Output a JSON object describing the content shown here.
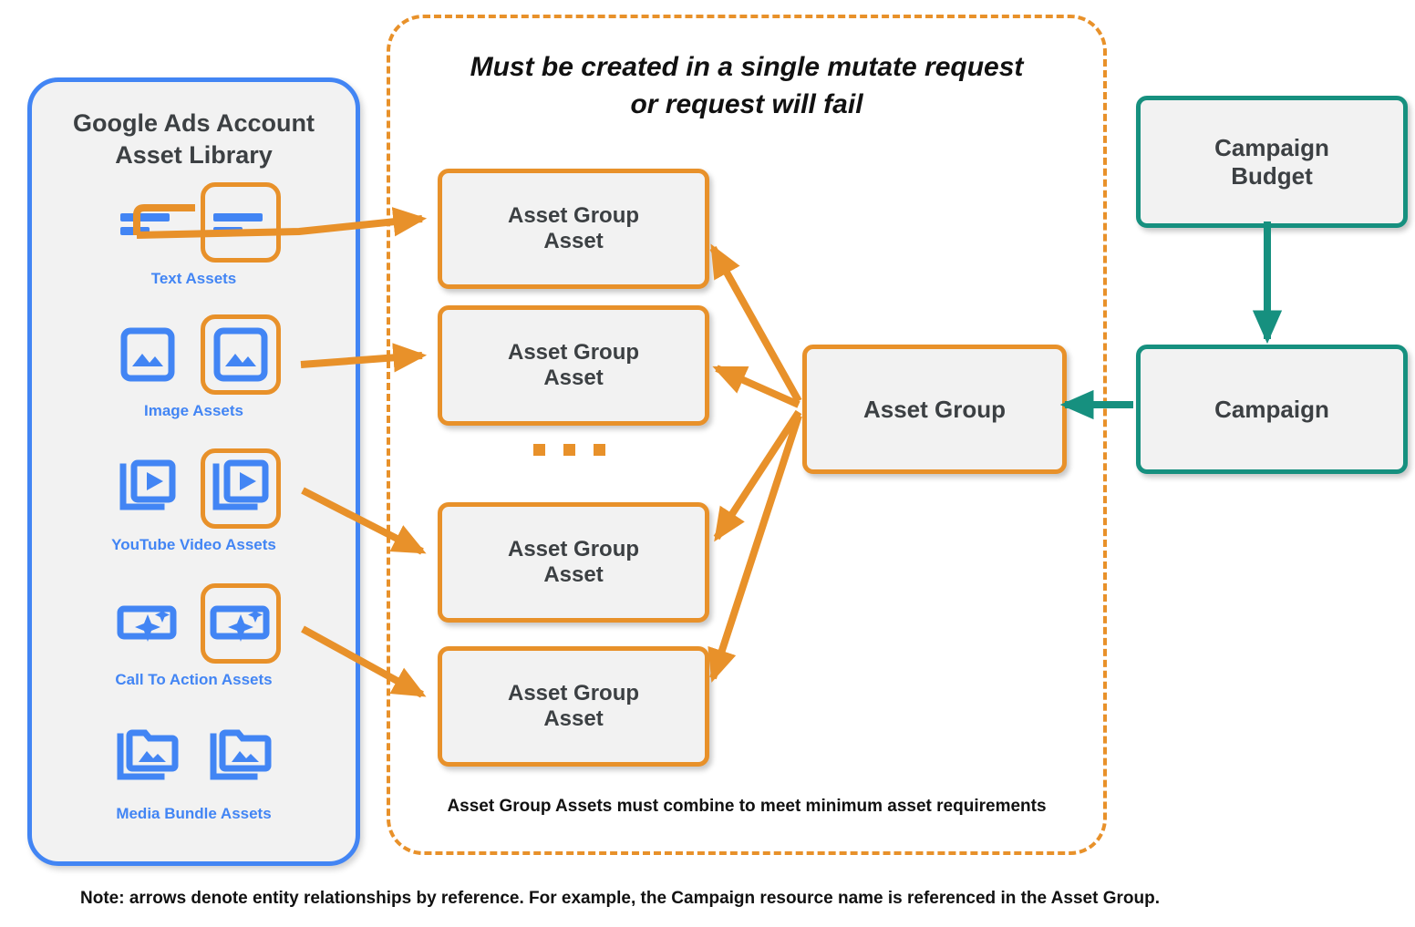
{
  "library": {
    "title": "Google Ads Account\nAsset Library",
    "title_line1": "Google Ads Account",
    "title_line2": "Asset Library",
    "border_color": "#4285F4",
    "icon_color": "#4285F4",
    "highlight_color": "#E8912A",
    "assets": [
      {
        "label": "Text Assets",
        "icon": "text-lines-icon",
        "highlighted": true,
        "count": 2
      },
      {
        "label": "Image Assets",
        "icon": "image-icon",
        "highlighted": true,
        "count": 2
      },
      {
        "label": "YouTube Video  Assets",
        "icon": "video-stack-icon",
        "highlighted": true,
        "count": 2
      },
      {
        "label": "Call To Action Assets",
        "icon": "call-to-action-icon",
        "highlighted": true,
        "count": 2
      },
      {
        "label": "Media Bundle  Assets",
        "icon": "media-bundle-icon",
        "highlighted": false,
        "count": 2
      }
    ]
  },
  "mutate_container": {
    "note_line1": "Must be created in a single mutate request",
    "note_line2": "or request will fail",
    "footer_note": "Asset Group Assets must combine to meet minimum asset requirements",
    "border_color": "#E8912A",
    "border_style": "dashed"
  },
  "asset_group_assets": [
    {
      "label": "Asset Group\nAsset",
      "line1": "Asset Group",
      "line2": "Asset"
    },
    {
      "label": "Asset Group\nAsset",
      "line1": "Asset Group",
      "line2": "Asset"
    },
    {
      "label": "Asset Group\nAsset",
      "line1": "Asset Group",
      "line2": "Asset"
    },
    {
      "label": "Asset Group\nAsset",
      "line1": "Asset Group",
      "line2": "Asset"
    }
  ],
  "ellipsis": "...",
  "asset_group": {
    "label": "Asset Group",
    "border_color": "#E8912A"
  },
  "campaign_budget": {
    "line1": "Campaign",
    "line2": "Budget",
    "border_color": "#16907F"
  },
  "campaign": {
    "label": "Campaign",
    "border_color": "#16907F"
  },
  "footer": {
    "note": "Note: arrows denote entity relationships by reference. For example, the Campaign resource name is referenced in the Asset Group."
  },
  "colors": {
    "orange": "#E8912A",
    "blue": "#4285F4",
    "teal": "#16907F",
    "box_fill": "#F2F2F2",
    "text_dark": "#3C4043",
    "text_black": "#111111"
  },
  "edges": [
    {
      "from": "text-assets-icon",
      "to": "asset-group-asset-1",
      "color": "#E8912A"
    },
    {
      "from": "image-assets-icon",
      "to": "asset-group-asset-2",
      "color": "#E8912A"
    },
    {
      "from": "youtube-video-icon",
      "to": "asset-group-asset-3",
      "color": "#E8912A"
    },
    {
      "from": "call-to-action-icon",
      "to": "asset-group-asset-4",
      "color": "#E8912A"
    },
    {
      "from": "asset-group",
      "to": "asset-group-asset-1",
      "color": "#E8912A"
    },
    {
      "from": "asset-group",
      "to": "asset-group-asset-2",
      "color": "#E8912A"
    },
    {
      "from": "asset-group",
      "to": "asset-group-asset-3",
      "color": "#E8912A"
    },
    {
      "from": "asset-group",
      "to": "asset-group-asset-4",
      "color": "#E8912A"
    },
    {
      "from": "campaign-budget",
      "to": "campaign",
      "color": "#16907F"
    },
    {
      "from": "campaign",
      "to": "asset-group",
      "color": "#16907F"
    }
  ]
}
